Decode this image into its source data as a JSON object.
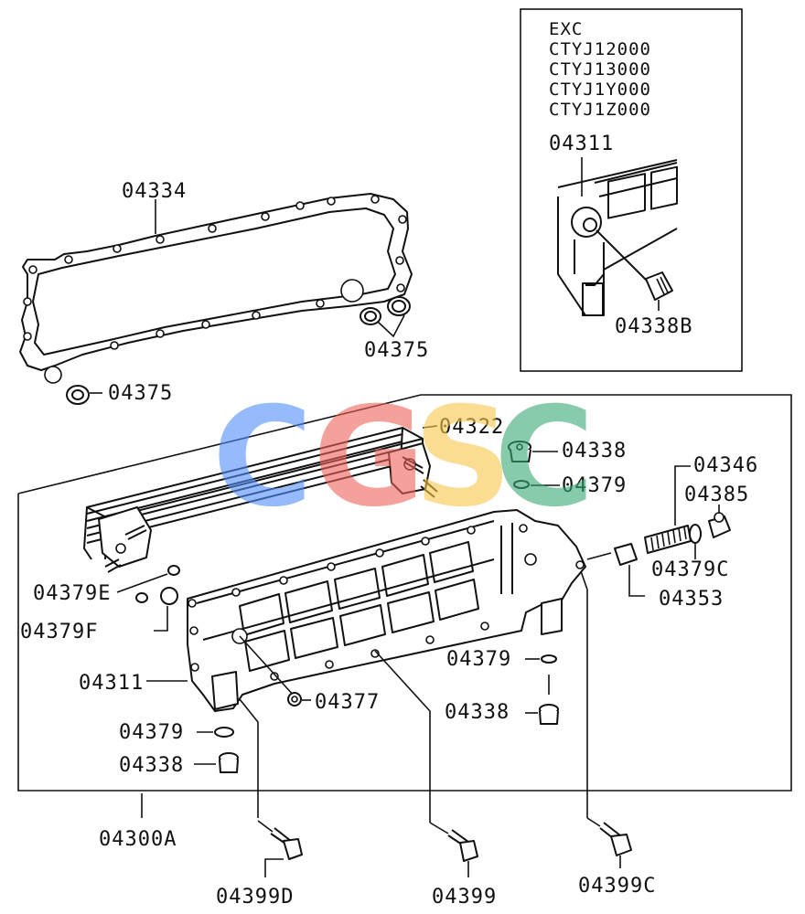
{
  "inset": {
    "header": "EXC",
    "codes": [
      "CTYJ12000",
      "CTYJ13000",
      "CTYJ1Y000",
      "CTYJ1Z000"
    ],
    "part_top": "04311",
    "part_bottom": "04338B"
  },
  "parts": {
    "gasket": "04334",
    "seal_pair": "04375",
    "seal_single": "04375",
    "cooler": "04322",
    "plug_top": "04338",
    "oring_top": "04379",
    "spring": "04346",
    "plug_right": "04385",
    "oring_c": "04379C",
    "valve": "04353",
    "oring_e": "04379E",
    "oring_f": "04379F",
    "housing": "04311",
    "oring_mid_right": "04379",
    "nut": "04377",
    "plug_mid_right": "04338",
    "oring_left": "04379",
    "plug_left": "04338",
    "assembly": "04300A",
    "bolt_d": "04399D",
    "bolt": "04399",
    "bolt_c": "04399C"
  },
  "watermark": {
    "letters": [
      "C",
      "G",
      "S",
      "C"
    ],
    "colors": [
      "#4f8ef7",
      "#f0645a",
      "#f7c84a",
      "#3aa876"
    ]
  }
}
